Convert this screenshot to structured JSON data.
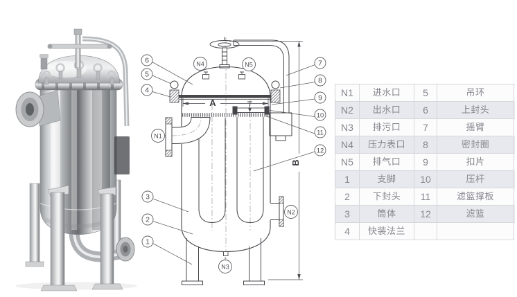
{
  "diagram": {
    "callouts": {
      "c1": "1",
      "c2": "2",
      "c3": "3",
      "c4": "4",
      "c5": "5",
      "c6": "6",
      "c7": "7",
      "c8": "8",
      "c9": "9",
      "c10": "10",
      "c11": "11",
      "c12": "12",
      "n1": "N1",
      "n2": "N2",
      "n3": "N3",
      "n4": "N4",
      "n5": "N5"
    },
    "dimensions": {
      "a": "A",
      "b": "B"
    }
  },
  "parts_table": {
    "rows": [
      {
        "no1": "N1",
        "name1": "进水口",
        "no2": "5",
        "name2": "吊环"
      },
      {
        "no1": "N2",
        "name1": "出水口",
        "no2": "6",
        "name2": "上封头"
      },
      {
        "no1": "N3",
        "name1": "排污口",
        "no2": "7",
        "name2": "摇臂"
      },
      {
        "no1": "N4",
        "name1": "压力表口",
        "no2": "8",
        "name2": "密封圈"
      },
      {
        "no1": "N5",
        "name1": "排气口",
        "no2": "9",
        "name2": "扣片"
      },
      {
        "no1": "1",
        "name1": "支脚",
        "no2": "10",
        "name2": "压杆"
      },
      {
        "no1": "2",
        "name1": "下封头",
        "no2": "11",
        "name2": "滤篮撑板"
      },
      {
        "no1": "3",
        "name1": "筒体",
        "no2": "12",
        "name2": "滤篮"
      },
      {
        "no1": "4",
        "name1": "快装法兰",
        "no2": "",
        "name2": ""
      }
    ],
    "colors": {
      "row_shade": "#e8e9ee",
      "row_plain": "#fcfcfd",
      "text": "#85868c",
      "border": "#d6d7db"
    }
  }
}
